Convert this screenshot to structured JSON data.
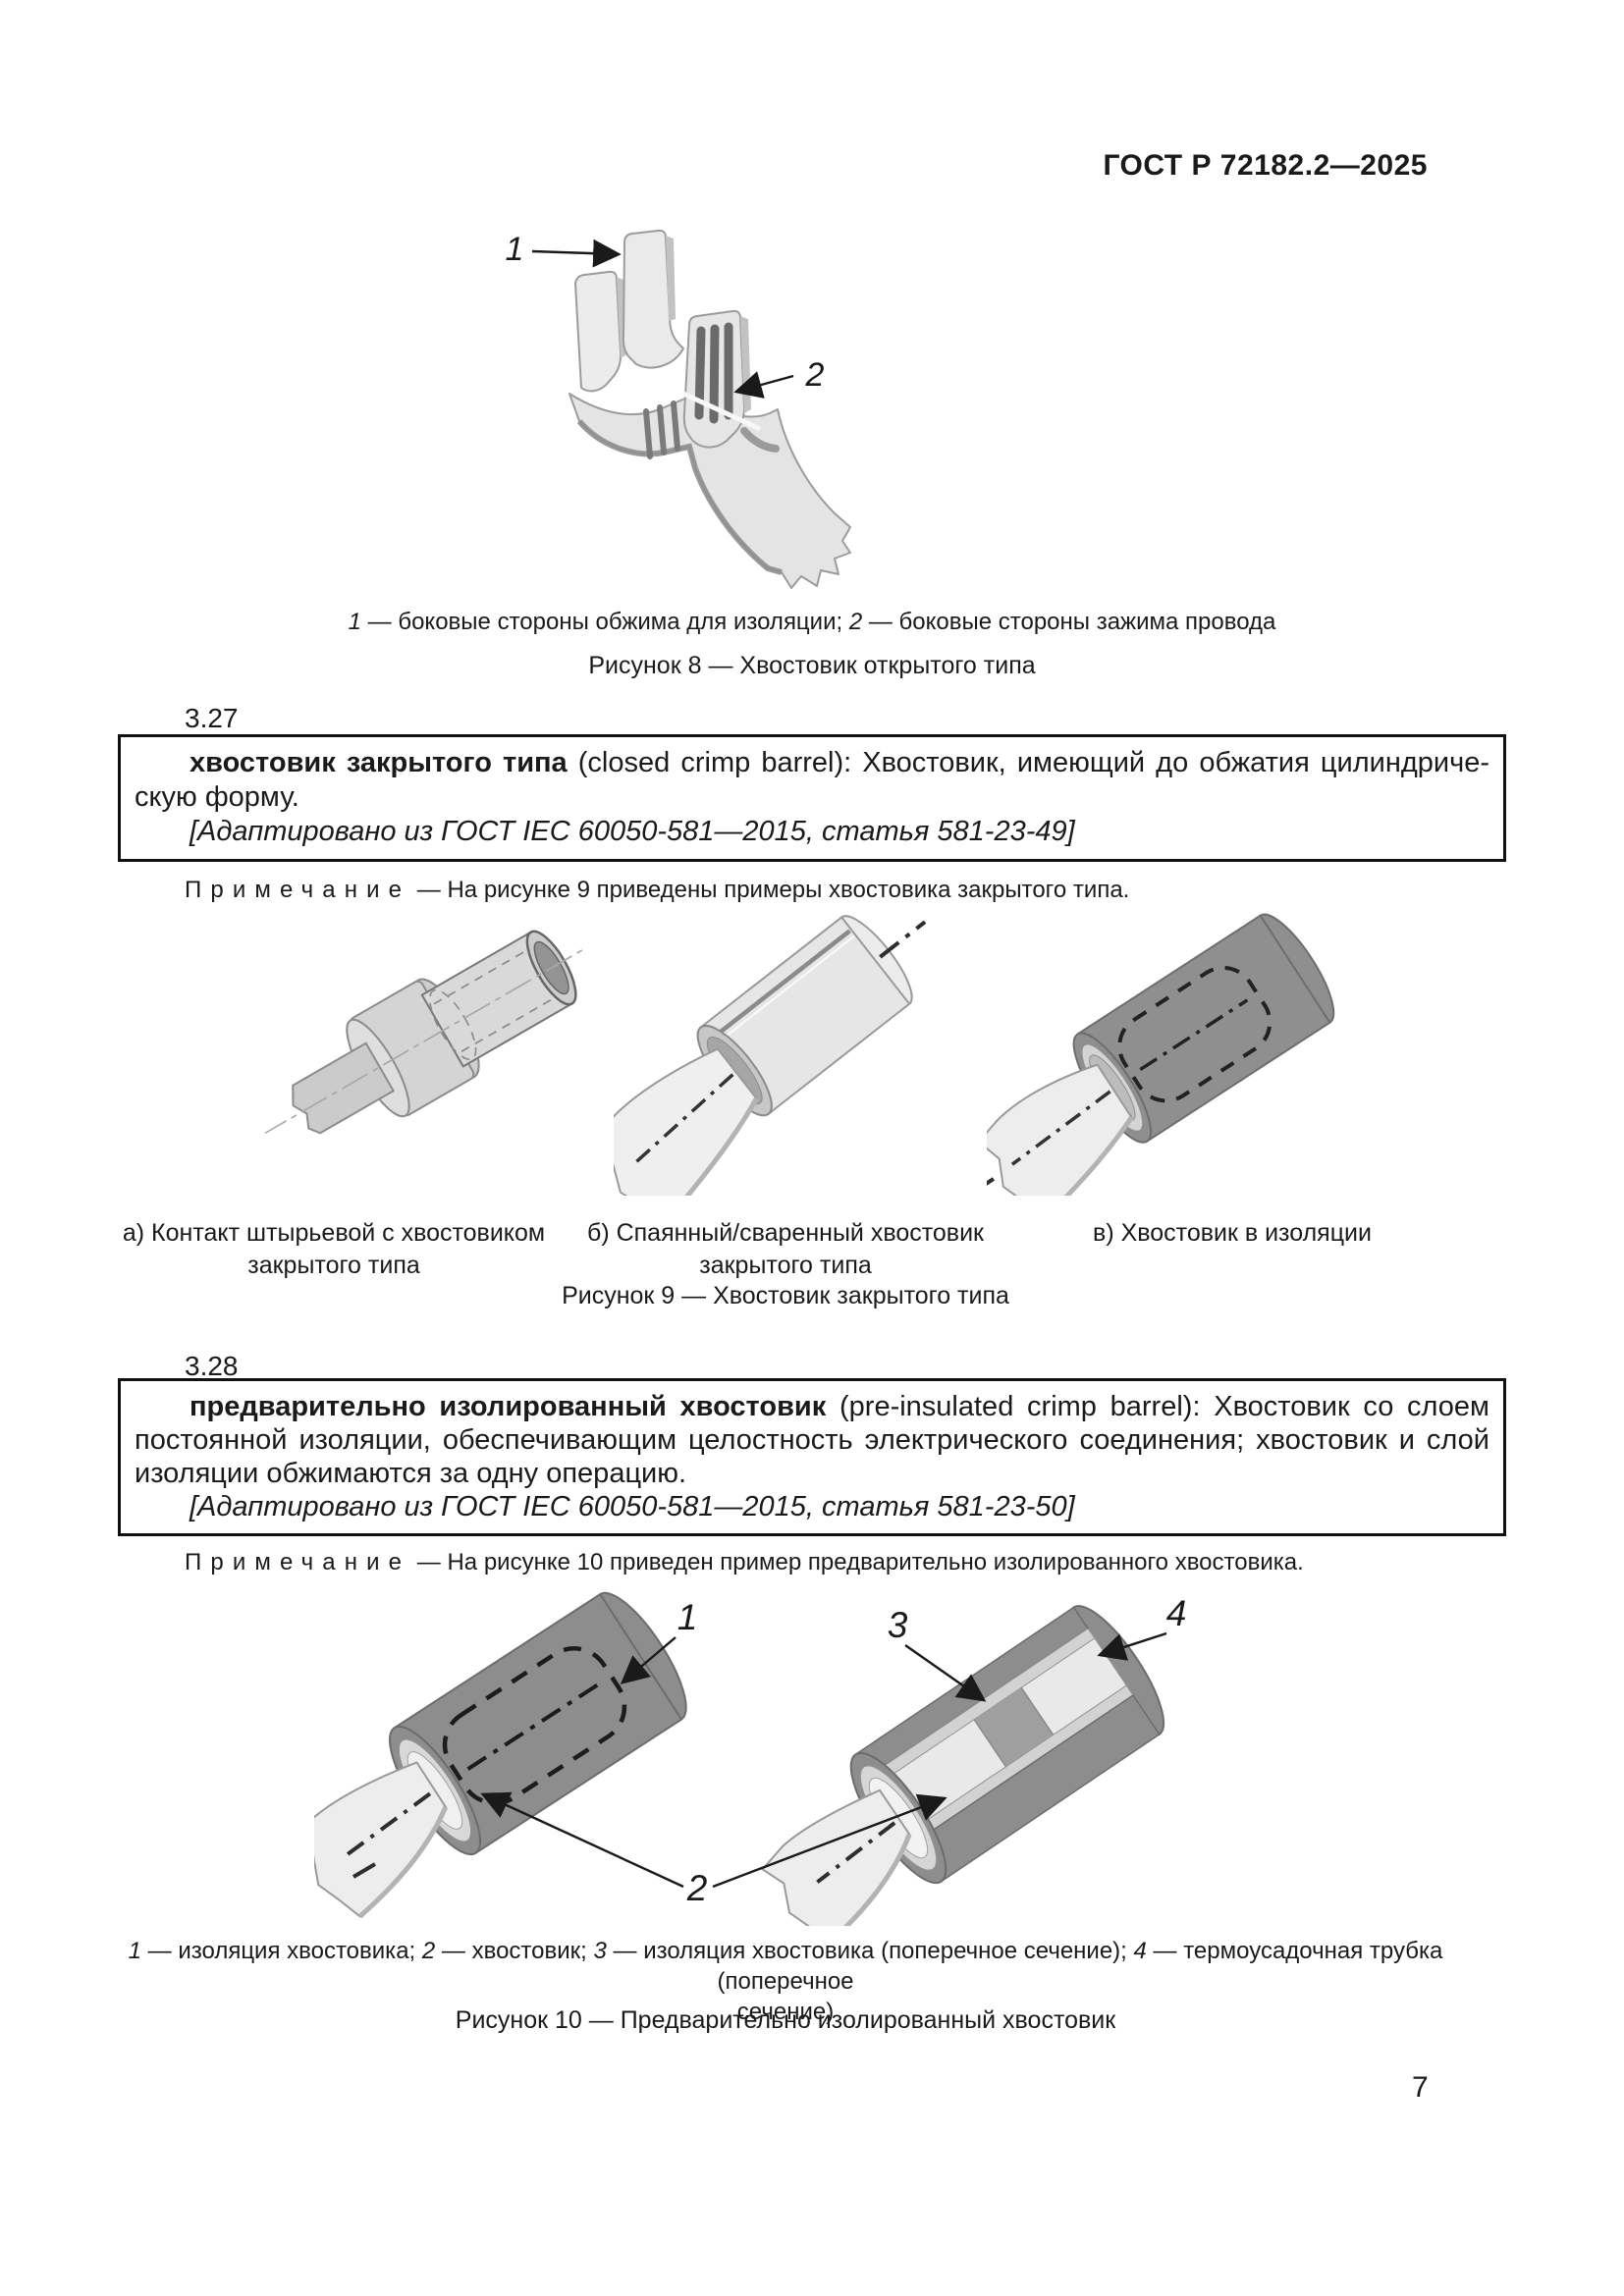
{
  "page": {
    "header": "ГОСТ Р 72182.2—2025",
    "number": "7"
  },
  "sec327": {
    "num": "3.27",
    "term": "хвостовик закрытого типа",
    "def1": " (closed crimp barrel): Хвостовик, имеющий до обжатия цилиндриче-",
    "def2": "скую форму.",
    "source": "[Адаптировано из ГОСТ IEC 60050-581—2015, статья 581-23-49]",
    "note_label": "Примечание",
    "note_text": "— На рисунке 9 приведены примеры хвостовика закрытого типа."
  },
  "sec328": {
    "num": "3.28",
    "term": "предварительно изолированный хвостовик",
    "def1": " (pre-insulated crimp barrel): Хвостовик со слоем",
    "def2": "постоянной изоляции, обеспечивающим целостность электрического соединения; хвостовик и слой",
    "def3": "изоляции обжимаются за одну операцию.",
    "source": "[Адаптировано из ГОСТ IEC 60050-581—2015, статья 581-23-50]",
    "note_label": "Примечание",
    "note_text": "— На рисунке 10 приведен пример предварительно изолированного хвостовика."
  },
  "fig8": {
    "label1": "1",
    "label2": "2",
    "cap_n1": "1",
    "cap_t1": " — боковые стороны обжима для изоляции; ",
    "cap_n2": "2",
    "cap_t2": " — боковые стороны зажима провода",
    "title": "Рисунок 8 — Хвостовик открытого типа"
  },
  "fig9": {
    "cap_a1": "а) Контакт штырьевой с хвостовиком",
    "cap_a2": "закрытого типа",
    "cap_b1": "б) Спаянный/сваренный хвостовик",
    "cap_b2": "закрытого типа",
    "cap_c": "в) Хвостовик в изоляции",
    "title": "Рисунок 9 — Хвостовик закрытого типа"
  },
  "fig10": {
    "label1": "1",
    "label2": "2",
    "label3": "3",
    "label4": "4",
    "cap_n1": "1",
    "cap_t1": " — изоляция хвостовика; ",
    "cap_n2": "2",
    "cap_t2": " — хвостовик; ",
    "cap_n3": "3",
    "cap_t3": " — изоляция хвостовика (поперечное сечение); ",
    "cap_n4": "4",
    "cap_t4": " — термоусадочная трубка (поперечное",
    "cap_line2": "сечение)",
    "title": "Рисунок 10 — Предварительно изолированный хвостовик"
  }
}
